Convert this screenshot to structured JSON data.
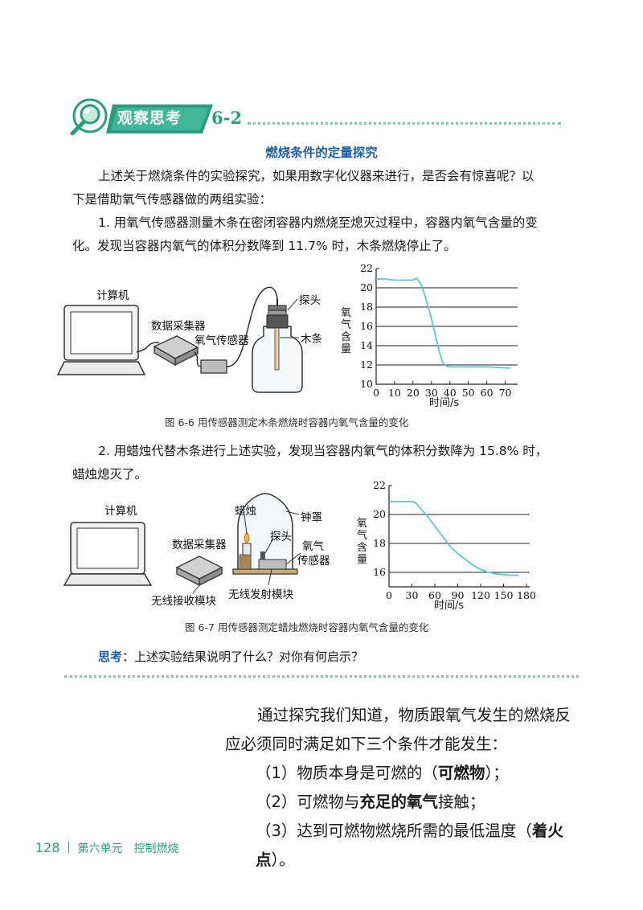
{
  "header": {
    "badge_label": "观察思考",
    "number": "6-2"
  },
  "section_title": "燃烧条件的定量探究",
  "intro": {
    "line1": "上述关于燃烧条件的实验探究，如果用数字化仪器来进行，是否会有惊喜呢？以",
    "line2": "下是借助氧气传感器做的两组实验："
  },
  "exp1": {
    "line1": "1. 用氧气传感器测量木条在密闭容器内燃烧至熄灭过程中，容器内氧气含量的变",
    "line2": "化。发现当容器内氧气的体积分数降到 11.7% 时，木条燃烧停止了。"
  },
  "fig1": {
    "labels": {
      "computer": "计算机",
      "collector": "数据采集器",
      "sensor": "氧气传感器",
      "probe": "探头",
      "stick": "木条"
    },
    "caption": "图 6-6   用传感器测定木条燃烧时容器内氧气含量的变化"
  },
  "exp2": {
    "line1": "2. 用蜡烛代替木条进行上述实验，发现当容器内氧气的体积分数降为 15.8% 时，",
    "line2": "蜡烛熄灭了。"
  },
  "fig2": {
    "labels": {
      "computer": "计算机",
      "collector": "数据采集器",
      "receiver": "无线接收模块",
      "candle": "蜡烛",
      "bell": "钟罩",
      "probe": "探头",
      "sensor_line1": "氧气",
      "sensor_line2": "传感器",
      "transmitter": "无线发射模块"
    },
    "caption": "图 6-7   用传感器测定蜡烛燃烧时容器内氧气含量的变化"
  },
  "think": {
    "label": "思考：",
    "text": "上述实验结果说明了什么？对你有何启示？"
  },
  "summary": {
    "line1": "通过探究我们知道，物质跟氧气发生的燃烧反",
    "line2": "应必须同时满足如下三个条件才能发生：",
    "c1_pre": "（1）物质本身是可燃的（",
    "c1_bold": "可燃物",
    "c1_post": "）；",
    "c2_pre": "（2）可燃物与",
    "c2_bold": "充足的氧气",
    "c2_post": "接触；",
    "c3_pre": "（3）达到可燃物燃烧所需的最低温度（",
    "c3_bold": "着火点",
    "c3_post": "）。"
  },
  "footer": {
    "page_number": "128",
    "unit": "第六单元　控制燃烧"
  },
  "chart_data": [
    {
      "type": "line",
      "xlabel": "时间/s",
      "ylabel": "氧气含量",
      "xlim": [
        0,
        75
      ],
      "ylim": [
        10,
        22
      ],
      "xticks": [
        0,
        10,
        20,
        30,
        40,
        50,
        60,
        70
      ],
      "yticks": [
        10,
        12,
        14,
        16,
        18,
        20,
        22
      ],
      "grid_y": [
        12,
        14,
        16,
        18,
        20
      ],
      "color": "#5cc4dc",
      "x": [
        0,
        5,
        10,
        15,
        20,
        22,
        24,
        26,
        28,
        30,
        32,
        34,
        36,
        38,
        40,
        45,
        50,
        55,
        60,
        65,
        70,
        73
      ],
      "y": [
        20.9,
        20.9,
        20.8,
        20.8,
        20.8,
        21.0,
        20.5,
        19.5,
        18.2,
        16.8,
        15.2,
        13.6,
        12.3,
        11.9,
        11.8,
        11.8,
        11.8,
        11.8,
        11.8,
        11.75,
        11.7,
        11.7
      ]
    },
    {
      "type": "line",
      "xlabel": "时间/s",
      "ylabel": "氧气含量",
      "xlim": [
        0,
        180
      ],
      "ylim": [
        15,
        22
      ],
      "xticks": [
        0,
        30,
        60,
        90,
        120,
        150,
        180
      ],
      "yticks": [
        16,
        18,
        20,
        22
      ],
      "grid_y": [
        16,
        18,
        20
      ],
      "color": "#5cc4dc",
      "x": [
        0,
        10,
        20,
        30,
        35,
        40,
        50,
        60,
        70,
        80,
        90,
        100,
        110,
        120,
        130,
        140,
        150,
        160,
        170
      ],
      "y": [
        20.9,
        20.9,
        20.9,
        20.9,
        20.8,
        20.5,
        19.9,
        19.2,
        18.5,
        17.8,
        17.3,
        16.9,
        16.5,
        16.2,
        16.0,
        15.9,
        15.85,
        15.8,
        15.8
      ]
    }
  ]
}
